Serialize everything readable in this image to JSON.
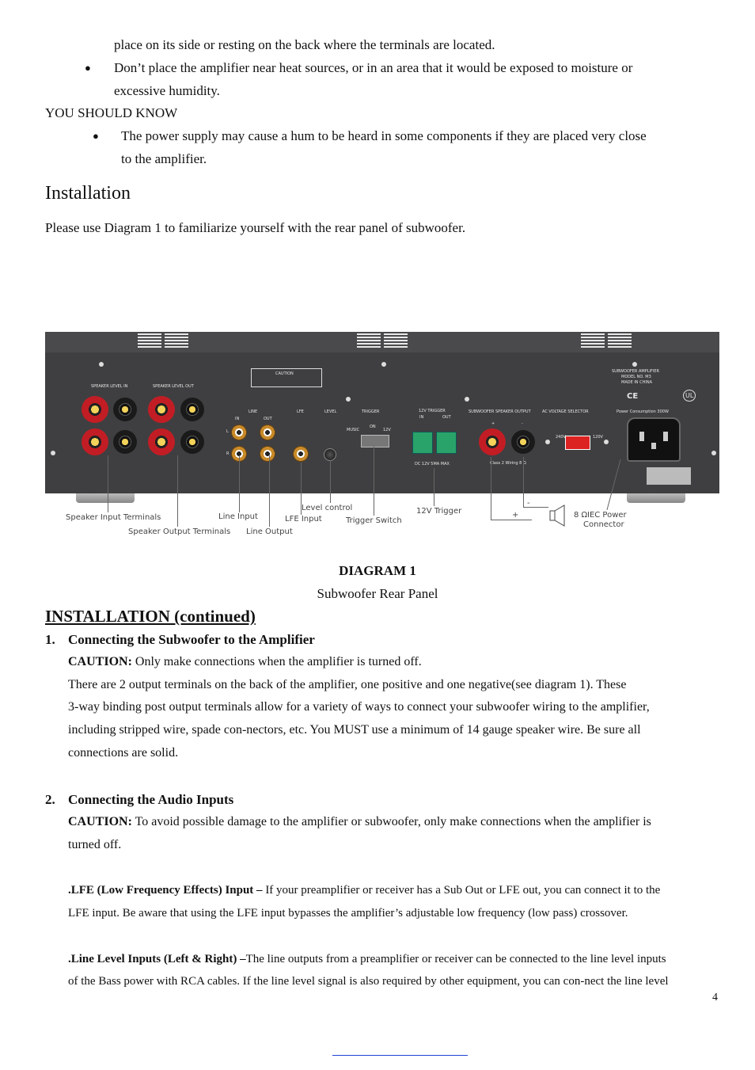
{
  "page": {
    "lines": {
      "l1": "place on its side or resting on the back where the terminals are located.",
      "l2": "Don’t place the amplifier near heat sources, or in an area that it would be exposed to moisture or",
      "l3": "excessive humidity.",
      "l4": "YOU SHOULD KNOW",
      "l5": "The power supply may cause a hum to be heard in some components if they are placed very close",
      "l6": "to the amplifier."
    },
    "bullet_glyph": "●",
    "installation_heading": "Installation",
    "installation_intro": "Please use Diagram 1 to familiarize yourself with the rear panel of subwoofer.",
    "diagram": {
      "panel_text": {
        "speaker_level_in": "SPEAKER LEVEL IN",
        "speaker_level_out": "SPEAKER LEVEL OUT",
        "line": "LINE",
        "lfe": "LFE",
        "level": "LEVEL",
        "trigger": "TRIGGER",
        "trigger_12v": "12V TRIGGER",
        "in": "IN",
        "out": "OUT",
        "music": "MUSIC",
        "on": "ON",
        "v12": "12V",
        "dc_spec": "DC 12V 5MA MAX",
        "sub_output": "SUBWOOFER SPEAKER OUTPUT",
        "ac_selector": "AC VOLTAGE SELECTOR",
        "power_consumption": "Power Consumption 300W",
        "sub_amp": "SUBWOOFER AMPLIFIER",
        "model": "MODEL NO. M3",
        "made_in": "MADE IN CHINA",
        "caution": "CAUTION",
        "class2": "Class 2 Wiring 8 Ω",
        "v240": "240V",
        "v120": "120V",
        "l": "L",
        "r": "R",
        "plus": "+",
        "minus": "-",
        "ce": "CE",
        "ul": "UL"
      },
      "callouts": {
        "speaker_input": "Speaker Input Terminals",
        "speaker_output": "Speaker Output Terminals",
        "line_input": "Line Input",
        "line_output": "Line Output",
        "level_control": "Level control",
        "lfe_input": "LFE Input",
        "trigger_switch": "Trigger Switch",
        "trigger_12v": "12V Trigger",
        "plus_sign": "+",
        "minus_sign": "-",
        "ohm": "8 Ω",
        "iec1": "IEC Power",
        "iec2": "Connector"
      }
    },
    "diagram_title": "DIAGRAM 1",
    "diagram_subtitle": "Subwoofer Rear Panel",
    "continued_heading": "INSTALLATION (continued)",
    "s1": {
      "num": "1.",
      "title": "Connecting the Subwoofer to the Amplifier",
      "caution_label": "CAUTION:",
      "caution_text": " Only make connections when the amplifier is turned off.",
      "p1": "There are 2 output terminals on the back of the amplifier, one positive and one negative(see diagram 1). These",
      "p2": "3-way binding post output terminals allow for a variety of ways to connect your subwoofer wiring to the amplifier,",
      "p3": "including stripped wire, spade con-nectors, etc. You MUST use a minimum of 14 gauge speaker wire. Be sure all",
      "p4": "connections are solid."
    },
    "s2": {
      "num": "2.",
      "title": "Connecting the Audio Inputs",
      "caution_label": "CAUTION:",
      "caution_text": " To avoid possible damage to the amplifier or subwoofer, only make connections when the amplifier is",
      "p2": "turned off.",
      "lfe_label": ".LFE (Low Frequency Effects) Input –",
      "lfe_text": " If your preamplifier or receiver has a Sub Out or LFE out, you can connect it to the",
      "lfe_text2": "LFE input. Be aware that using the LFE input bypasses the amplifier’s adjustable low frequency (low pass) crossover.",
      "line_label": ".Line Level Inputs (Left & Right) –",
      "line_text": "The line outputs from a preamplifier or receiver can be connected to the line level inputs",
      "line_text2": "of the Bass power with RCA cables. If the line level signal is also required by other equipment, you can con-nect the line level"
    },
    "page_number": "4"
  }
}
